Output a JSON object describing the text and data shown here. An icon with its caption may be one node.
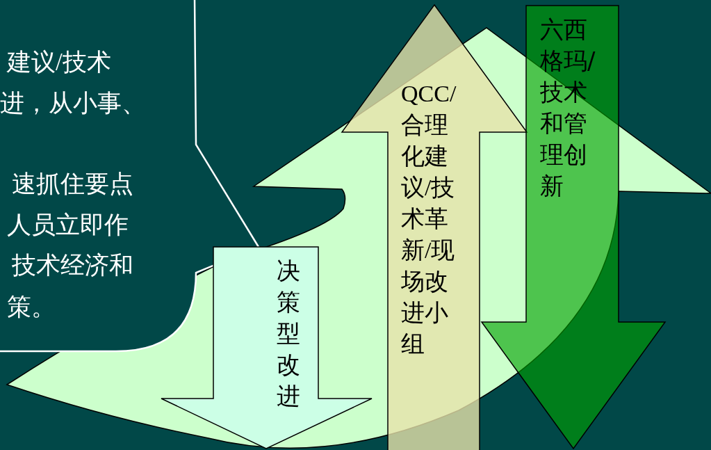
{
  "diagram": {
    "nodes": [
      {
        "text": [
          "建议/技术",
          "进，从小事、",
          "速抓住要点",
          "人员立即作",
          "技术经济和",
          "策。"
        ]
      },
      {
        "text": [
          "决策型改进"
        ]
      },
      {
        "text": [
          "QCC/合理化建议/技术革新/现场改进小组"
        ]
      },
      {
        "text": [
          "六西格玛/技术和管理创新"
        ]
      }
    ]
  }
}
